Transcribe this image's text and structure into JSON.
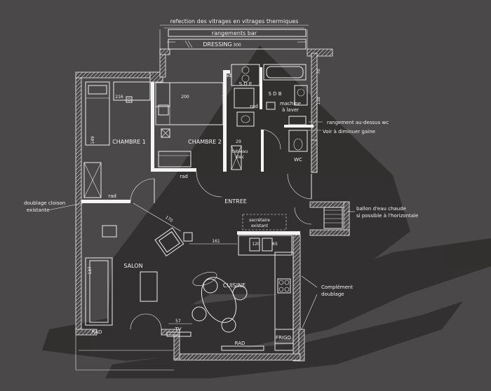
{
  "plan": {
    "colors": {
      "background": "#4a4848",
      "shadow": "#2e2c2c",
      "lines": "#f2f2f2"
    },
    "top_note": "refection des vitrages en vitrages thermiques",
    "rangements_bar": "rangements bar",
    "dressing": "DRESSING",
    "dressing_dim": "300",
    "rooms": {
      "chambre1": "CHAMBRE 1",
      "chambre2": "CHAMBRE 2",
      "entree": "ENTREE",
      "salon": "SALON",
      "cuisine": "CUISINE",
      "wc": "WC",
      "sde": "S D E",
      "sdb": "S D B"
    },
    "labels": {
      "machine_a_laver_1": "machine",
      "machine_a_laver_2": "à laver",
      "tableau_elec_1": "tableau",
      "tableau_elec_2": "élec",
      "secretaire_1": "secrétaire",
      "secretaire_2": "existant",
      "frigo": "FRIGO",
      "tv": "TV"
    },
    "rads": [
      "rad",
      "rad",
      "rad",
      "rad",
      "RAD",
      "RAD"
    ],
    "dims": {
      "d216": "216",
      "d200": "200",
      "d71": "71",
      "d70": "70",
      "d118": "118",
      "d29": "29",
      "d149": "149",
      "d161": "161",
      "d120": "120",
      "d65": "65",
      "d137": "137",
      "d57": "57",
      "d170": "170"
    },
    "annotations": {
      "rangement_wc": "rangement au-dessus wc",
      "gaine": "Voir à diminuer gaine",
      "ballon_1": "ballon d'eau chaude",
      "ballon_2": "si possible à l'horizontale",
      "doublage_1": "doublage cloison",
      "doublage_2": "existante",
      "complement_1": "Complément",
      "complement_2": "doublage"
    }
  }
}
